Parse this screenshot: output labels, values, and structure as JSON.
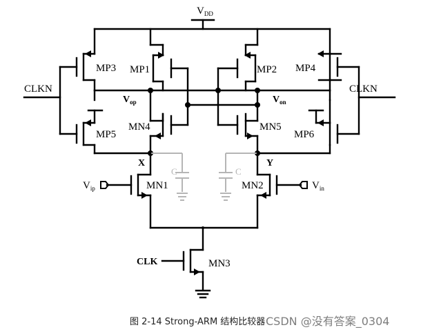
{
  "diagram": {
    "supply": {
      "main": "V",
      "sub": "DD"
    },
    "clocks": {
      "clkn_left": "CLKN",
      "clkn_right": "CLKN",
      "clk": "CLK"
    },
    "nodes": {
      "vop": {
        "main": "V",
        "sub": "op"
      },
      "von": {
        "main": "V",
        "sub": "on"
      },
      "x": "X",
      "y": "Y"
    },
    "inputs": {
      "vip": {
        "main": "V",
        "sub": "ip"
      },
      "vin": {
        "main": "V",
        "sub": "in"
      }
    },
    "transistors": {
      "mp3": "MP3",
      "mp1": "MP1",
      "mp2": "MP2",
      "mp4": "MP4",
      "mn4": "MN4",
      "mn5": "MN5",
      "mp5": "MP5",
      "mp6": "MP6",
      "mn1": "MN1",
      "mn2": "MN2",
      "mn3": "MN3"
    },
    "capacitors": {
      "left": "C",
      "right": "C"
    }
  },
  "caption": "图 2-14 Strong-ARM 结构比较器",
  "watermark": "CSDN @没有答案_0304"
}
